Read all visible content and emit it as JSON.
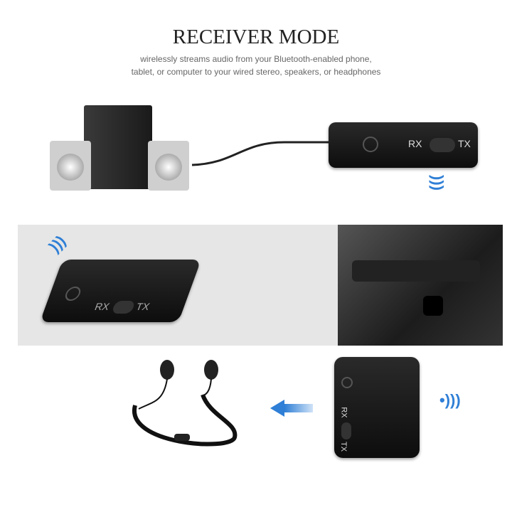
{
  "title": "RECEIVER MODE",
  "subtitle_lines": [
    "wirelessly streams audio from your Bluetooth-enabled phone,",
    "tablet, or computer to your wired stereo, speakers, or headphones"
  ],
  "device": {
    "rx_label": "RX",
    "tx_label": "TX"
  },
  "colors": {
    "accent": "#2f7fd6",
    "band": "#e6e6e6"
  }
}
